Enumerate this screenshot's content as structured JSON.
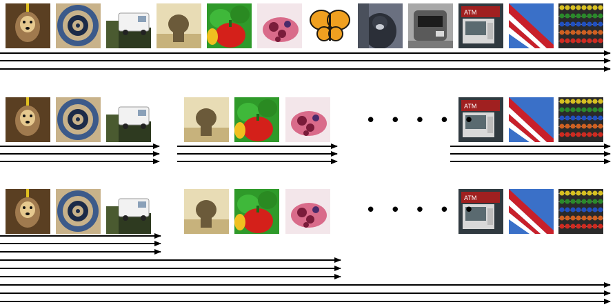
{
  "images": [
    {
      "name": "dog",
      "colors": [
        "#5a3f22",
        "#a07a4e",
        "#e6c98f"
      ]
    },
    {
      "name": "spiral",
      "colors": [
        "#3c5a8a",
        "#c8b28a",
        "#1c2b48"
      ]
    },
    {
      "name": "van",
      "colors": [
        "#2e3a20",
        "#f2f2f2",
        "#4a5a30"
      ]
    },
    {
      "name": "elephant",
      "colors": [
        "#c7b27c",
        "#6b5a3a",
        "#e8dcb5"
      ]
    },
    {
      "name": "peppers",
      "colors": [
        "#2f9a2a",
        "#d4201a",
        "#f0c020"
      ]
    },
    {
      "name": "cake",
      "colors": [
        "#f3e6ea",
        "#7a1c3a",
        "#d96b8a"
      ]
    },
    {
      "name": "butterfly",
      "colors": [
        "#ffffff",
        "#f0a020",
        "#201a10"
      ]
    },
    {
      "name": "gorilla",
      "colors": [
        "#2b2f38",
        "#6a7080",
        "#c8ccd4"
      ]
    },
    {
      "name": "parking-meter",
      "colors": [
        "#5a5a5a",
        "#a8a8a8",
        "#1c1c1c"
      ]
    },
    {
      "name": "atm",
      "colors": [
        "#a02020",
        "#d8d8d8",
        "#303a40"
      ]
    },
    {
      "name": "flag",
      "colors": [
        "#3a70c8",
        "#c8202a",
        "#ffffff"
      ]
    },
    {
      "name": "abacus",
      "colors": [
        "#2a2a2a",
        "#d8c020",
        "#d02a20"
      ]
    }
  ],
  "ellipsis": "• • • • •",
  "rows": [
    {
      "name": "row-full",
      "images": [
        0,
        1,
        2,
        3,
        4,
        5,
        6,
        7,
        8,
        9,
        10,
        11
      ]
    },
    {
      "name": "row-partitioned",
      "images": [
        0,
        1,
        2,
        3,
        4,
        5,
        9,
        10,
        11
      ],
      "ellipsis": true
    },
    {
      "name": "row-incremental",
      "images": [
        0,
        1,
        2,
        3,
        4,
        5,
        9,
        10,
        11
      ],
      "ellipsis": true
    }
  ],
  "colors": {
    "arrow": "#000000"
  }
}
